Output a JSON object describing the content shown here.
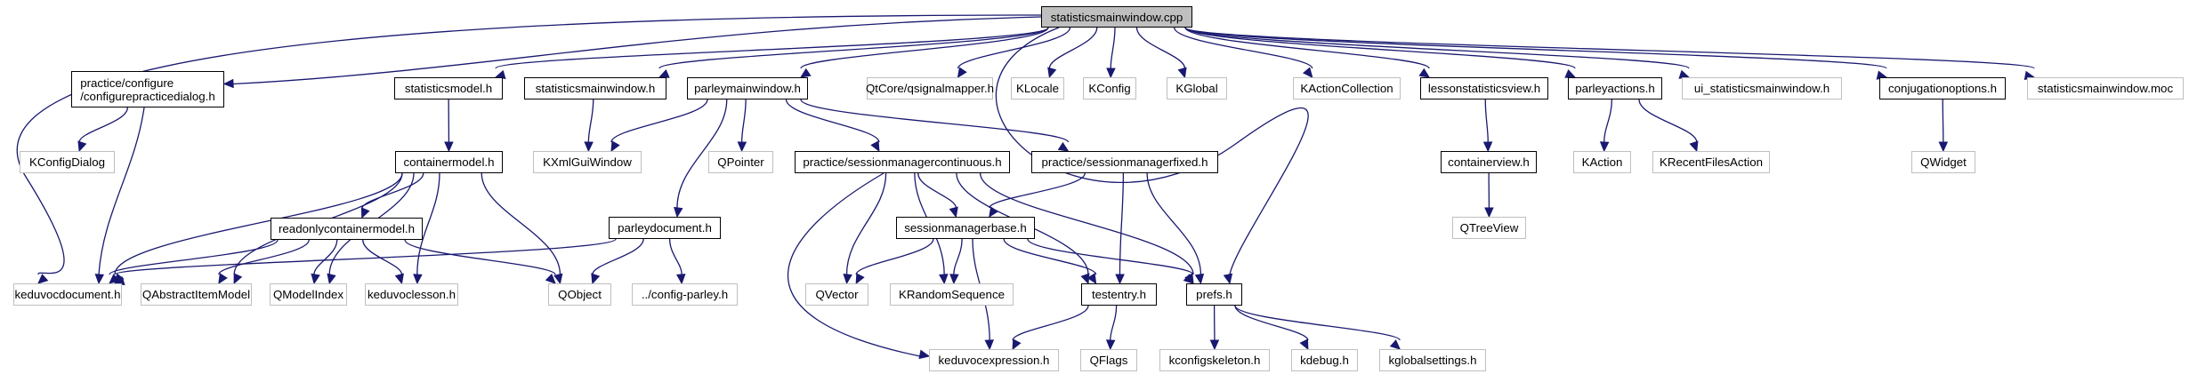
{
  "graph": {
    "title": "statisticsmainwindow.cpp",
    "edge_color": "#191970",
    "nodes": [
      {
        "id": "root",
        "label": "statisticsmainwindow.cpp",
        "kind": "root"
      },
      {
        "id": "configurepracticedialog",
        "label": "practice/configure\n/configurepracticedialog.h",
        "kind": "local"
      },
      {
        "id": "statisticsmodel",
        "label": "statisticsmodel.h",
        "kind": "local"
      },
      {
        "id": "statisticsmainwindow_h",
        "label": "statisticsmainwindow.h",
        "kind": "local"
      },
      {
        "id": "parleymainwindow",
        "label": "parleymainwindow.h",
        "kind": "local"
      },
      {
        "id": "qsignalmapper",
        "label": "QtCore/qsignalmapper.h",
        "kind": "ext"
      },
      {
        "id": "klocale",
        "label": "KLocale",
        "kind": "ext"
      },
      {
        "id": "kconfig",
        "label": "KConfig",
        "kind": "ext"
      },
      {
        "id": "kglobal",
        "label": "KGlobal",
        "kind": "ext"
      },
      {
        "id": "kactioncollection",
        "label": "KActionCollection",
        "kind": "ext"
      },
      {
        "id": "lessonstatisticsview",
        "label": "lessonstatisticsview.h",
        "kind": "local"
      },
      {
        "id": "parleyactions",
        "label": "parleyactions.h",
        "kind": "local"
      },
      {
        "id": "ui_statisticsmainwindow",
        "label": "ui_statisticsmainwindow.h",
        "kind": "ext"
      },
      {
        "id": "conjugationoptions",
        "label": "conjugationoptions.h",
        "kind": "local"
      },
      {
        "id": "statisticsmainwindow_moc",
        "label": "statisticsmainwindow.moc",
        "kind": "ext"
      },
      {
        "id": "kconfigdialog",
        "label": "KConfigDialog",
        "kind": "ext"
      },
      {
        "id": "containermodel",
        "label": "containermodel.h",
        "kind": "local"
      },
      {
        "id": "kxmlguiwindow",
        "label": "KXmlGuiWindow",
        "kind": "ext"
      },
      {
        "id": "qpointer",
        "label": "QPointer",
        "kind": "ext"
      },
      {
        "id": "smcontinuous",
        "label": "practice/sessionmanagercontinuous.h",
        "kind": "local"
      },
      {
        "id": "smfixed",
        "label": "practice/sessionmanagerfixed.h",
        "kind": "local"
      },
      {
        "id": "containerview",
        "label": "containerview.h",
        "kind": "local"
      },
      {
        "id": "kaction",
        "label": "KAction",
        "kind": "ext"
      },
      {
        "id": "krecentfilesaction",
        "label": "KRecentFilesAction",
        "kind": "ext"
      },
      {
        "id": "qwidget",
        "label": "QWidget",
        "kind": "ext"
      },
      {
        "id": "readonlycontainermodel",
        "label": "readonlycontainermodel.h",
        "kind": "local"
      },
      {
        "id": "parleydocument",
        "label": "parleydocument.h",
        "kind": "local"
      },
      {
        "id": "smbase",
        "label": "sessionmanagerbase.h",
        "kind": "local"
      },
      {
        "id": "qtreeview",
        "label": "QTreeView",
        "kind": "ext"
      },
      {
        "id": "keduvocdocument",
        "label": "keduvocdocument.h",
        "kind": "ext"
      },
      {
        "id": "qabstractitemmodel",
        "label": "QAbstractItemModel",
        "kind": "ext"
      },
      {
        "id": "qmodelindex",
        "label": "QModelIndex",
        "kind": "ext"
      },
      {
        "id": "keduvoclesson",
        "label": "keduvoclesson.h",
        "kind": "ext"
      },
      {
        "id": "qobject",
        "label": "QObject",
        "kind": "ext"
      },
      {
        "id": "configparley",
        "label": "../config-parley.h",
        "kind": "ext"
      },
      {
        "id": "qvector",
        "label": "QVector",
        "kind": "ext"
      },
      {
        "id": "krandomsequence",
        "label": "KRandomSequence",
        "kind": "ext"
      },
      {
        "id": "testentry",
        "label": "testentry.h",
        "kind": "local"
      },
      {
        "id": "prefs",
        "label": "prefs.h",
        "kind": "local"
      },
      {
        "id": "keduvocexpression",
        "label": "keduvocexpression.h",
        "kind": "ext"
      },
      {
        "id": "qflags",
        "label": "QFlags",
        "kind": "ext"
      },
      {
        "id": "kconfigskeleton",
        "label": "kconfigskeleton.h",
        "kind": "ext"
      },
      {
        "id": "kdebug",
        "label": "kdebug.h",
        "kind": "ext"
      },
      {
        "id": "kglobalsettings",
        "label": "kglobalsettings.h",
        "kind": "ext"
      }
    ],
    "edges": [
      [
        "root",
        "configurepracticedialog"
      ],
      [
        "root",
        "statisticsmodel"
      ],
      [
        "root",
        "statisticsmainwindow_h"
      ],
      [
        "root",
        "parleymainwindow"
      ],
      [
        "root",
        "qsignalmapper"
      ],
      [
        "root",
        "klocale"
      ],
      [
        "root",
        "kconfig"
      ],
      [
        "root",
        "kglobal"
      ],
      [
        "root",
        "kactioncollection"
      ],
      [
        "root",
        "lessonstatisticsview"
      ],
      [
        "root",
        "parleyactions"
      ],
      [
        "root",
        "ui_statisticsmainwindow"
      ],
      [
        "root",
        "conjugationoptions"
      ],
      [
        "root",
        "statisticsmainwindow_moc"
      ],
      [
        "root",
        "keduvocdocument"
      ],
      [
        "root",
        "prefs"
      ],
      [
        "configurepracticedialog",
        "kconfigdialog"
      ],
      [
        "configurepracticedialog",
        "keduvocdocument"
      ],
      [
        "statisticsmodel",
        "containermodel"
      ],
      [
        "statisticsmainwindow_h",
        "kxmlguiwindow"
      ],
      [
        "parleymainwindow",
        "kxmlguiwindow"
      ],
      [
        "parleymainwindow",
        "qpointer"
      ],
      [
        "parleymainwindow",
        "parleydocument"
      ],
      [
        "parleymainwindow",
        "smcontinuous"
      ],
      [
        "parleymainwindow",
        "smfixed"
      ],
      [
        "lessonstatisticsview",
        "containerview"
      ],
      [
        "parleyactions",
        "kaction"
      ],
      [
        "parleyactions",
        "krecentfilesaction"
      ],
      [
        "conjugationoptions",
        "qwidget"
      ],
      [
        "containermodel",
        "readonlycontainermodel"
      ],
      [
        "containermodel",
        "keduvocdocument"
      ],
      [
        "containermodel",
        "qabstractitemmodel"
      ],
      [
        "containermodel",
        "qmodelindex"
      ],
      [
        "containermodel",
        "keduvoclesson"
      ],
      [
        "containermodel",
        "qobject"
      ],
      [
        "readonlycontainermodel",
        "keduvocdocument"
      ],
      [
        "readonlycontainermodel",
        "qabstractitemmodel"
      ],
      [
        "readonlycontainermodel",
        "qmodelindex"
      ],
      [
        "readonlycontainermodel",
        "keduvoclesson"
      ],
      [
        "readonlycontainermodel",
        "qobject"
      ],
      [
        "parleydocument",
        "keduvocdocument"
      ],
      [
        "parleydocument",
        "qobject"
      ],
      [
        "parleydocument",
        "configparley"
      ],
      [
        "containerview",
        "qtreeview"
      ],
      [
        "smcontinuous",
        "smbase"
      ],
      [
        "smcontinuous",
        "qvector"
      ],
      [
        "smcontinuous",
        "krandomsequence"
      ],
      [
        "smcontinuous",
        "keduvocexpression"
      ],
      [
        "smcontinuous",
        "testentry"
      ],
      [
        "smcontinuous",
        "prefs"
      ],
      [
        "smfixed",
        "smbase"
      ],
      [
        "smfixed",
        "testentry"
      ],
      [
        "smfixed",
        "prefs"
      ],
      [
        "smbase",
        "qvector"
      ],
      [
        "smbase",
        "krandomsequence"
      ],
      [
        "smbase",
        "keduvocexpression"
      ],
      [
        "smbase",
        "testentry"
      ],
      [
        "smbase",
        "prefs"
      ],
      [
        "testentry",
        "keduvocexpression"
      ],
      [
        "testentry",
        "qflags"
      ],
      [
        "prefs",
        "kconfigskeleton"
      ],
      [
        "prefs",
        "kdebug"
      ],
      [
        "prefs",
        "kglobalsettings"
      ]
    ]
  }
}
